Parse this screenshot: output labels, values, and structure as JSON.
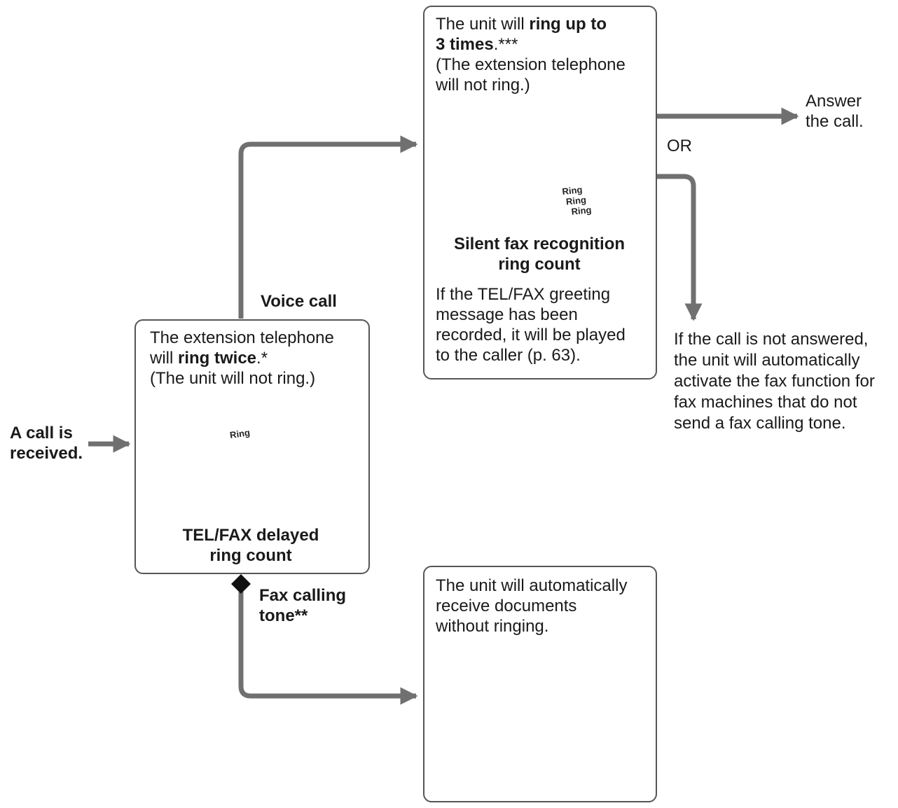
{
  "start_label": {
    "line1": "A call is",
    "line2": "received."
  },
  "box_ext": {
    "l1": "The extension telephone",
    "l2_a": "will ",
    "l2_b": "ring twice",
    "l2_c": ".*",
    "l3": "(The unit will not ring.)",
    "ring": "Ring",
    "caption1": "TEL/FAX delayed",
    "caption2": "ring count"
  },
  "voice_call": "Voice call",
  "fax_tone": {
    "line1": "Fax calling",
    "line2": "tone**"
  },
  "box_unit": {
    "l1_a": "The unit will ",
    "l1_b": "ring up to",
    "l2_b": "3 times",
    "l2_c": ".***",
    "l3": "(The extension telephone",
    "l4": "will not ring.)",
    "rings": [
      "Ring",
      "Ring",
      "Ring"
    ],
    "caption1": "Silent fax recognition",
    "caption2": "ring count",
    "n1": "If the TEL/FAX greeting",
    "n2": "message has been",
    "n3": "recorded, it will be played",
    "n4": "to the caller (p. 63)."
  },
  "answer": {
    "line1": "Answer",
    "line2": "the call."
  },
  "or": "OR",
  "not_answered": {
    "l1": "If the call is not answered,",
    "l2": "the unit will automatically",
    "l3": "activate the fax function for",
    "l4": "fax machines that do not",
    "l5": "send a fax calling tone."
  },
  "box_fax": {
    "l1": "The unit will automatically",
    "l2": "receive documents",
    "l3": "without ringing."
  }
}
